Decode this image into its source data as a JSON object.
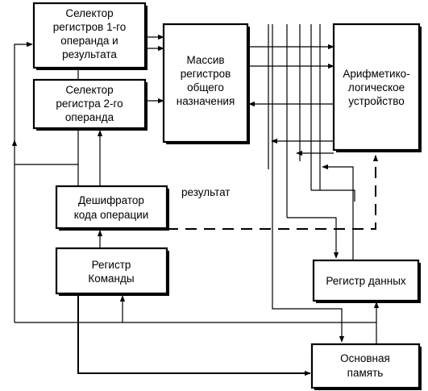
{
  "blocks": {
    "selector1": [
      "Селектор",
      "регистров 1-го",
      "операнда и",
      "результата"
    ],
    "selector2": [
      "Селектор",
      "регистра 2-го",
      "операнда"
    ],
    "register_array": [
      "Массив",
      "регистров",
      "общего",
      "назначения"
    ],
    "alu": [
      "Арифметико-",
      "логическое",
      "устройство"
    ],
    "decoder": [
      "Дешифратор",
      "кода операции"
    ],
    "command_register": [
      "Регистр",
      "Команды"
    ],
    "data_register": [
      "Регистр данных"
    ],
    "main_memory": [
      "Основная",
      "память"
    ]
  },
  "labels": {
    "result": "результат"
  }
}
